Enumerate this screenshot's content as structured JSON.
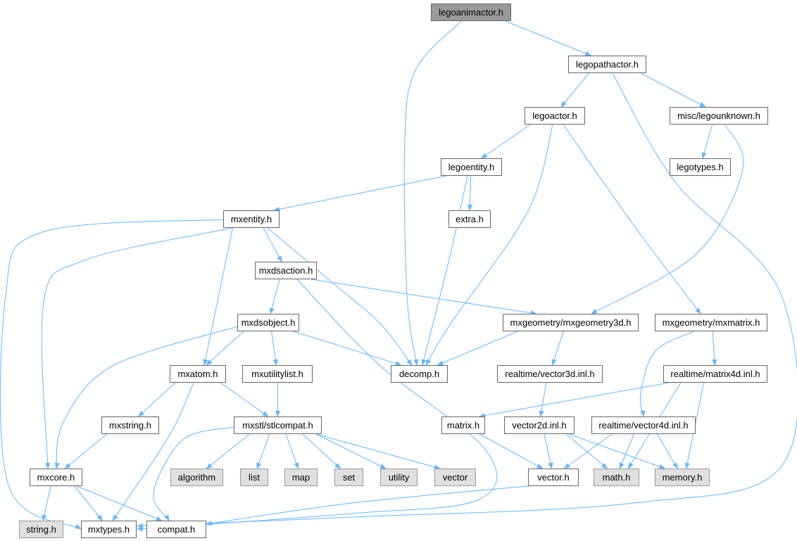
{
  "title": "legoanimactor.h include dependency graph",
  "colors": {
    "edge": "#63b8ff",
    "root_fill": "#999999",
    "external_fill": "#e0e0e0",
    "border": "#666666"
  },
  "nodes": [
    {
      "id": "legoanimactor",
      "label": "legoanimactor.h",
      "kind": "root"
    },
    {
      "id": "legopathactor",
      "label": "legopathactor.h",
      "kind": "normal"
    },
    {
      "id": "legoactor",
      "label": "legoactor.h",
      "kind": "normal"
    },
    {
      "id": "legounknown",
      "label": "misc/legounknown.h",
      "kind": "normal"
    },
    {
      "id": "legoentity",
      "label": "legoentity.h",
      "kind": "normal"
    },
    {
      "id": "legotypes",
      "label": "legotypes.h",
      "kind": "normal"
    },
    {
      "id": "mxentity",
      "label": "mxentity.h",
      "kind": "normal"
    },
    {
      "id": "extra",
      "label": "extra.h",
      "kind": "normal"
    },
    {
      "id": "mxdsaction",
      "label": "mxdsaction.h",
      "kind": "normal"
    },
    {
      "id": "mxdsobject",
      "label": "mxdsobject.h",
      "kind": "normal"
    },
    {
      "id": "mxgeometry3d",
      "label": "mxgeometry/mxgeometry3d.h",
      "kind": "normal"
    },
    {
      "id": "mxmatrix",
      "label": "mxgeometry/mxmatrix.h",
      "kind": "normal"
    },
    {
      "id": "mxatom",
      "label": "mxatom.h",
      "kind": "normal"
    },
    {
      "id": "mxutilitylist",
      "label": "mxutilitylist.h",
      "kind": "normal"
    },
    {
      "id": "decomp",
      "label": "decomp.h",
      "kind": "normal"
    },
    {
      "id": "vector3d",
      "label": "realtime/vector3d.inl.h",
      "kind": "normal"
    },
    {
      "id": "matrix4d",
      "label": "realtime/matrix4d.inl.h",
      "kind": "normal"
    },
    {
      "id": "mxstring",
      "label": "mxstring.h",
      "kind": "normal"
    },
    {
      "id": "stlcompat",
      "label": "mxstl/stlcompat.h",
      "kind": "normal"
    },
    {
      "id": "matrix",
      "label": "matrix.h",
      "kind": "normal"
    },
    {
      "id": "vector2d",
      "label": "vector2d.inl.h",
      "kind": "normal"
    },
    {
      "id": "vector4d",
      "label": "realtime/vector4d.inl.h",
      "kind": "normal"
    },
    {
      "id": "mxcore",
      "label": "mxcore.h",
      "kind": "normal"
    },
    {
      "id": "algorithm",
      "label": "algorithm",
      "kind": "external"
    },
    {
      "id": "list",
      "label": "list",
      "kind": "external"
    },
    {
      "id": "map",
      "label": "map",
      "kind": "external"
    },
    {
      "id": "set",
      "label": "set",
      "kind": "external"
    },
    {
      "id": "utility",
      "label": "utility",
      "kind": "external"
    },
    {
      "id": "vector",
      "label": "vector",
      "kind": "external"
    },
    {
      "id": "vectorh",
      "label": "vector.h",
      "kind": "normal"
    },
    {
      "id": "math",
      "label": "math.h",
      "kind": "external"
    },
    {
      "id": "memory",
      "label": "memory.h",
      "kind": "external"
    },
    {
      "id": "string",
      "label": "string.h",
      "kind": "external"
    },
    {
      "id": "mxtypes",
      "label": "mxtypes.h",
      "kind": "normal"
    },
    {
      "id": "compat",
      "label": "compat.h",
      "kind": "normal"
    }
  ],
  "edges": [
    [
      "legoanimactor",
      "legopathactor"
    ],
    [
      "legoanimactor",
      "decomp"
    ],
    [
      "legopathactor",
      "legoactor"
    ],
    [
      "legopathactor",
      "legounknown"
    ],
    [
      "legopathactor",
      "mxtypes"
    ],
    [
      "legoactor",
      "legoentity"
    ],
    [
      "legoactor",
      "decomp"
    ],
    [
      "legoactor",
      "mxmatrix"
    ],
    [
      "legounknown",
      "legotypes"
    ],
    [
      "legounknown",
      "mxgeometry3d"
    ],
    [
      "legoentity",
      "mxentity"
    ],
    [
      "legoentity",
      "extra"
    ],
    [
      "legoentity",
      "decomp"
    ],
    [
      "mxentity",
      "mxdsaction"
    ],
    [
      "mxentity",
      "mxatom"
    ],
    [
      "mxentity",
      "mxcore"
    ],
    [
      "mxentity",
      "mxtypes"
    ],
    [
      "mxentity",
      "decomp"
    ],
    [
      "mxdsaction",
      "mxdsobject"
    ],
    [
      "mxdsaction",
      "mxgeometry3d"
    ],
    [
      "mxdsaction",
      "mxtypes"
    ],
    [
      "mxdsobject",
      "mxatom"
    ],
    [
      "mxdsobject",
      "mxutilitylist"
    ],
    [
      "mxdsobject",
      "decomp"
    ],
    [
      "mxdsobject",
      "mxcore"
    ],
    [
      "mxgeometry3d",
      "decomp"
    ],
    [
      "mxgeometry3d",
      "vector3d"
    ],
    [
      "mxmatrix",
      "matrix4d"
    ],
    [
      "mxmatrix",
      "vector4d"
    ],
    [
      "mxatom",
      "mxstring"
    ],
    [
      "mxatom",
      "stlcompat"
    ],
    [
      "mxatom",
      "mxtypes"
    ],
    [
      "mxutilitylist",
      "stlcompat"
    ],
    [
      "vector3d",
      "vector2d"
    ],
    [
      "matrix4d",
      "matrix"
    ],
    [
      "matrix4d",
      "math"
    ],
    [
      "matrix4d",
      "memory"
    ],
    [
      "mxstring",
      "mxcore"
    ],
    [
      "stlcompat",
      "algorithm"
    ],
    [
      "stlcompat",
      "list"
    ],
    [
      "stlcompat",
      "map"
    ],
    [
      "stlcompat",
      "set"
    ],
    [
      "stlcompat",
      "utility"
    ],
    [
      "stlcompat",
      "vector"
    ],
    [
      "stlcompat",
      "compat"
    ],
    [
      "matrix",
      "vectorh"
    ],
    [
      "vector2d",
      "vectorh"
    ],
    [
      "vector2d",
      "math"
    ],
    [
      "vector2d",
      "memory"
    ],
    [
      "vector4d",
      "vectorh"
    ],
    [
      "vector4d",
      "math"
    ],
    [
      "vector4d",
      "memory"
    ],
    [
      "mxcore",
      "string"
    ],
    [
      "mxcore",
      "mxtypes"
    ],
    [
      "mxcore",
      "compat"
    ],
    [
      "vectorh",
      "compat"
    ]
  ]
}
